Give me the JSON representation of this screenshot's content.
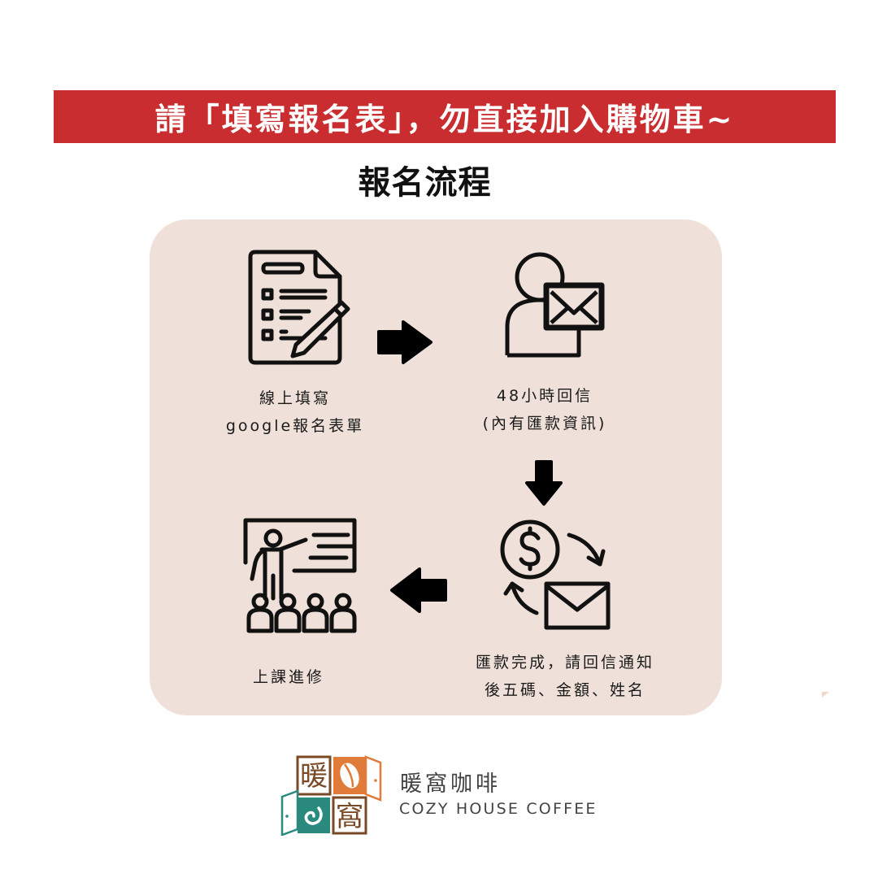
{
  "banner": {
    "text": "請「填寫報名表」，勿直接加入購物車~",
    "bg_color": "#c92d30"
  },
  "page_title": "報名流程",
  "panel": {
    "bg_color": "#efe1d9"
  },
  "steps": [
    {
      "icon": "form-pencil-icon",
      "lines": [
        "線上填寫",
        "google報名表單"
      ]
    },
    {
      "icon": "person-mail-icon",
      "lines": [
        "48小時回信",
        "(內有匯款資訊)"
      ]
    },
    {
      "icon": "payment-mail-cycle-icon",
      "lines": [
        "匯款完成，請回信通知",
        "後五碼、金額、姓名"
      ]
    },
    {
      "icon": "teacher-class-icon",
      "lines": [
        "上課進修"
      ]
    }
  ],
  "arrows": [
    "arrow-right-icon",
    "arrow-down-icon",
    "arrow-left-icon"
  ],
  "brand": {
    "logo_chars": [
      "暖",
      "窩"
    ],
    "name_zh": "暖窩咖啡",
    "name_en": "COZY HOUSE COFFEE",
    "colors": {
      "brown": "#7a4a26",
      "orange": "#e07b39",
      "teal": "#2a8a7e"
    }
  }
}
